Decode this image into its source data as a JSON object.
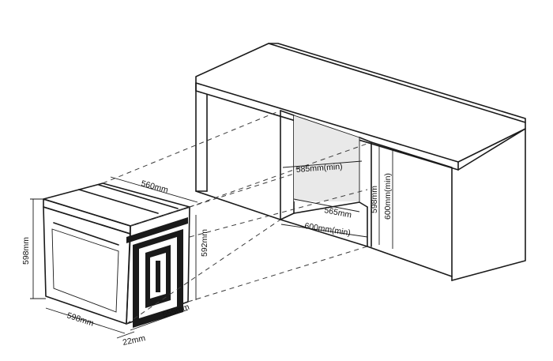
{
  "oven": {
    "height": "598mm",
    "width": "598mm",
    "depth": "555mm",
    "top_depth": "560mm",
    "side_height": "592mm",
    "front_offset": "22mm"
  },
  "cabinet": {
    "niche_depth": "585mm(min)",
    "niche_inner": "565mm",
    "niche_width": "600mm(min)",
    "niche_height": "598mm",
    "niche_height_min": "600mm(min)"
  }
}
